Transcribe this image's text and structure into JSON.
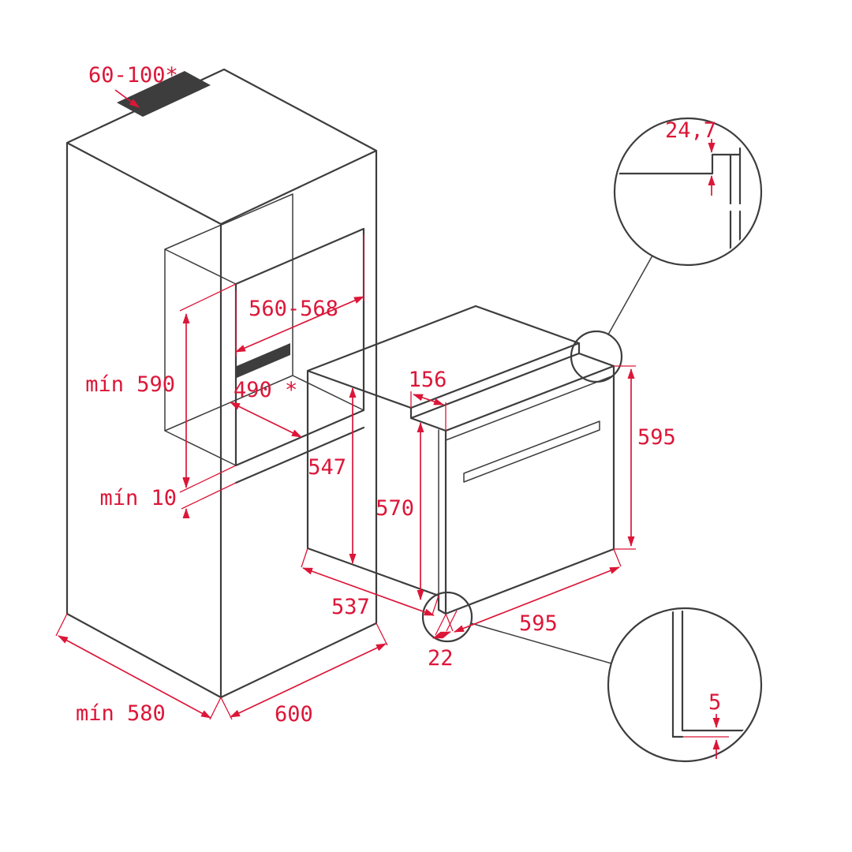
{
  "colors": {
    "accent": "#dc1638",
    "line": "#3d3d3d",
    "background": "#ffffff"
  },
  "diagram": {
    "cabinet": {
      "vent_slot": "60-100*",
      "niche_width": "560-568",
      "niche_height": "mín 590",
      "niche_depth": "490 *",
      "bottom_clearance": "mín 10",
      "depth": "mín 580",
      "width": "600"
    },
    "oven": {
      "top_setback": "156",
      "body_height": "547",
      "front_inner_height": "570",
      "height": "595",
      "body_depth": "537",
      "width": "595",
      "door_offset": "22"
    },
    "details": {
      "top_step": "24,7",
      "bottom_gap": "5"
    }
  }
}
